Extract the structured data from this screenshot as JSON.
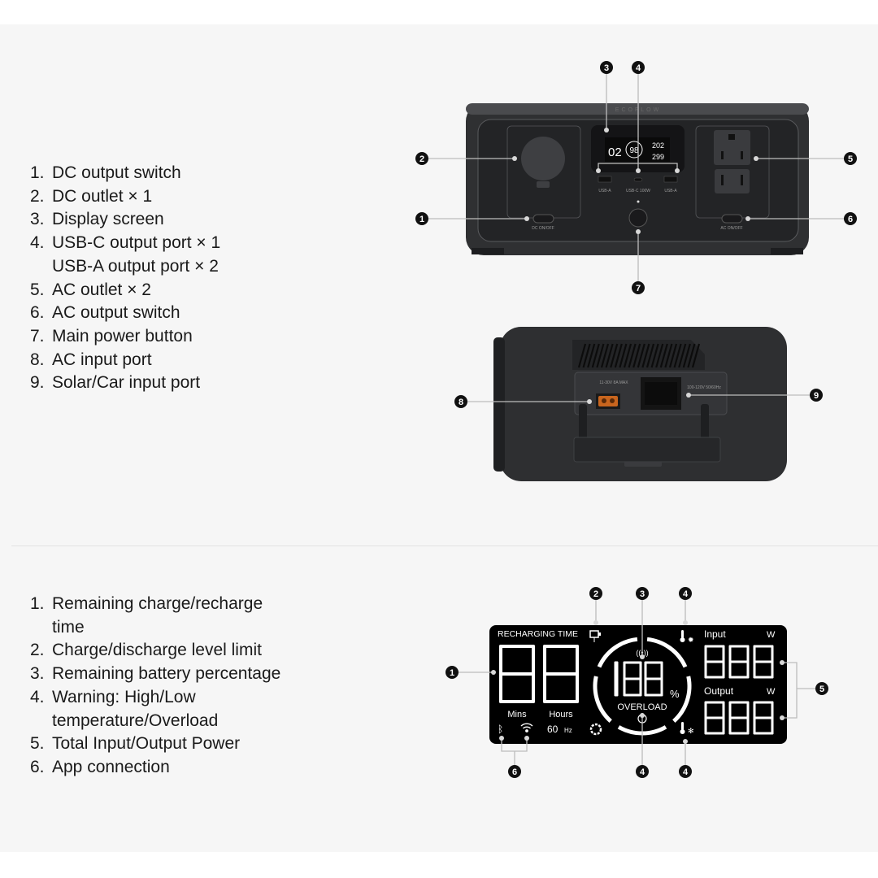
{
  "device_features": [
    {
      "num": "1.",
      "text": "DC output switch"
    },
    {
      "num": "2.",
      "text": "DC outlet × 1"
    },
    {
      "num": "3.",
      "text": "Display screen"
    },
    {
      "num": "4.",
      "text": "USB-C output port × 1\nUSB-A output port × 2"
    },
    {
      "num": "5.",
      "text": "AC outlet × 2"
    },
    {
      "num": "6.",
      "text": "AC output switch"
    },
    {
      "num": "7.",
      "text": "Main power button"
    },
    {
      "num": "8.",
      "text": "AC input port"
    },
    {
      "num": "9.",
      "text": "Solar/Car input port"
    }
  ],
  "display_features": [
    {
      "num": "1.",
      "text": "Remaining charge/recharge\ntime"
    },
    {
      "num": "2.",
      "text": "Charge/discharge level limit"
    },
    {
      "num": "3.",
      "text": "Remaining battery percentage"
    },
    {
      "num": "4.",
      "text": "Warning: High/Low\ntemperature/Overload"
    },
    {
      "num": "5.",
      "text": "Total Input/Output Power"
    },
    {
      "num": "6.",
      "text": "App connection"
    }
  ],
  "front_device": {
    "brand_logo": "ECOFLOW",
    "port_labels": [
      "USB-A",
      "USB-C 100W",
      "USB-A"
    ],
    "dc_switch_label": "DC ON/OFF",
    "ac_switch_label": "AC ON/OFF",
    "mini_screen": {
      "time": "02",
      "percent": "98",
      "input": "202",
      "output": "299"
    },
    "callouts": [
      "1",
      "2",
      "3",
      "4",
      "5",
      "6",
      "7"
    ]
  },
  "back_device": {
    "dc_input_label": "11-30V 8A MAX",
    "ac_input_label": "100-120V 50/60Hz",
    "callouts": [
      "8",
      "9"
    ]
  },
  "display": {
    "recharging_time": "RECHARGING TIME",
    "mins": "Mins",
    "hours": "Hours",
    "frequency": "60",
    "frequency_unit": "Hz",
    "overload": "OVERLOAD",
    "percent_sign": "%",
    "input": "Input",
    "output": "Output",
    "watt_unit": "W",
    "icons": [
      "bluetooth-icon",
      "wifi-icon",
      "fan-icon",
      "battery-limit-icon",
      "signal-icon",
      "power-icon",
      "thermometer-high-icon",
      "thermometer-low-icon"
    ],
    "callouts": [
      "1",
      "2",
      "3",
      "4",
      "5",
      "6",
      "4",
      "4"
    ]
  },
  "colors": {
    "device_body": "#2e2f31",
    "callout": "#111111",
    "screen": "#000000",
    "xt60_port": "#c8651e"
  }
}
